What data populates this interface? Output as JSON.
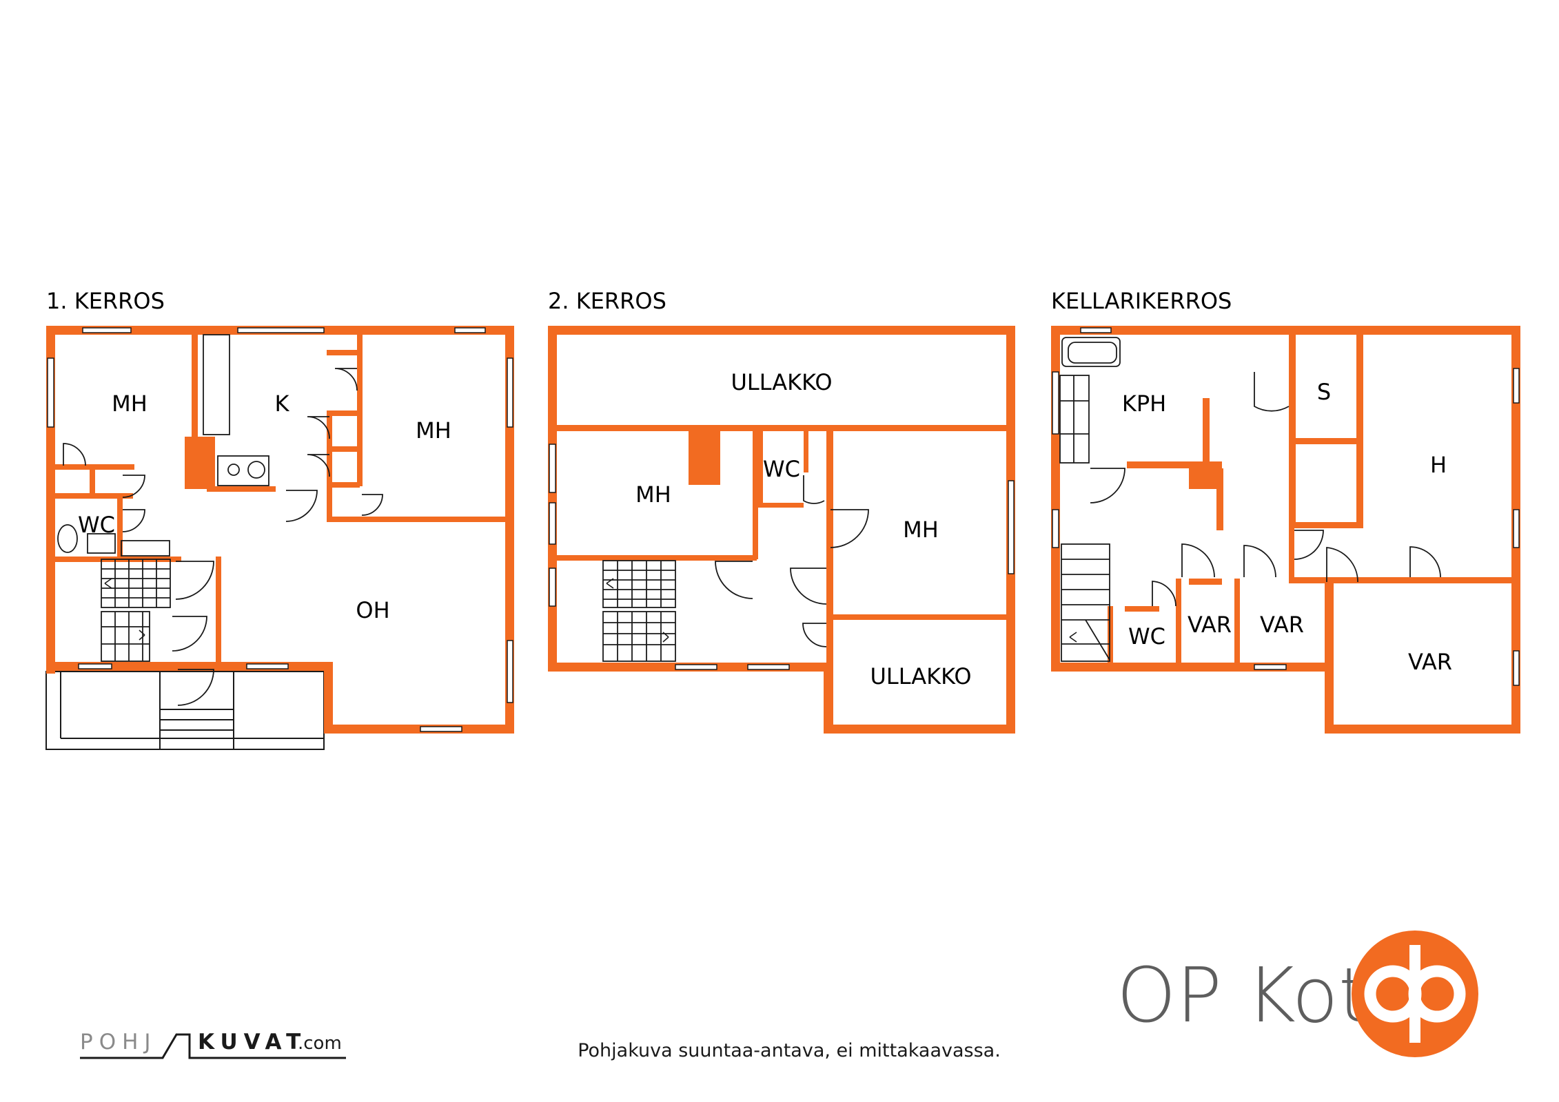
{
  "floors": [
    {
      "title": "1. KERROS",
      "rooms": [
        "MH",
        "K",
        "MH",
        "WC",
        "OH"
      ]
    },
    {
      "title": "2. KERROS",
      "rooms": [
        "ULLAKKO",
        "MH",
        "WC",
        "MH",
        "ULLAKKO"
      ]
    },
    {
      "title": "KELLARIKERROS",
      "rooms": [
        "KPH",
        "S",
        "H",
        "WC",
        "VAR",
        "VAR",
        "VAR"
      ]
    }
  ],
  "footer": {
    "disclaimer": "Pohjakuva suuntaa-antava, ei mittakaavassa.",
    "pohjakuvat_left": "POHJ",
    "pohjakuvat_right": "KUVAT",
    "pohjakuvat_suffix": ".com",
    "brand_name": "OP Koti"
  },
  "colors": {
    "wall": "#f26b21",
    "brand_orange": "#f26b21",
    "brand_gray": "#5e5e5e",
    "line": "#1a1a1a"
  }
}
